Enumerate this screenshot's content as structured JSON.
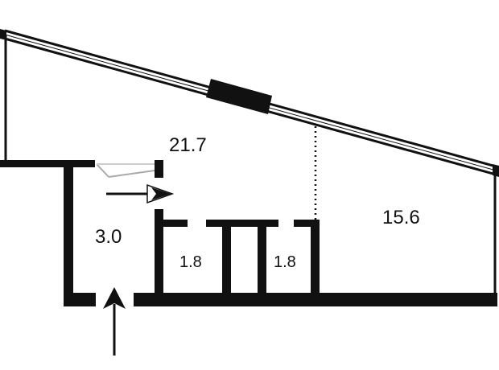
{
  "rooms": [
    {
      "id": "main-room",
      "area": "21.7"
    },
    {
      "id": "right-room",
      "area": "15.6"
    },
    {
      "id": "hall",
      "area": "3.0"
    },
    {
      "id": "wc-left",
      "area": "1.8"
    },
    {
      "id": "wc-right",
      "area": "1.8"
    }
  ],
  "colors": {
    "wall": "#111111",
    "background": "#ffffff"
  }
}
